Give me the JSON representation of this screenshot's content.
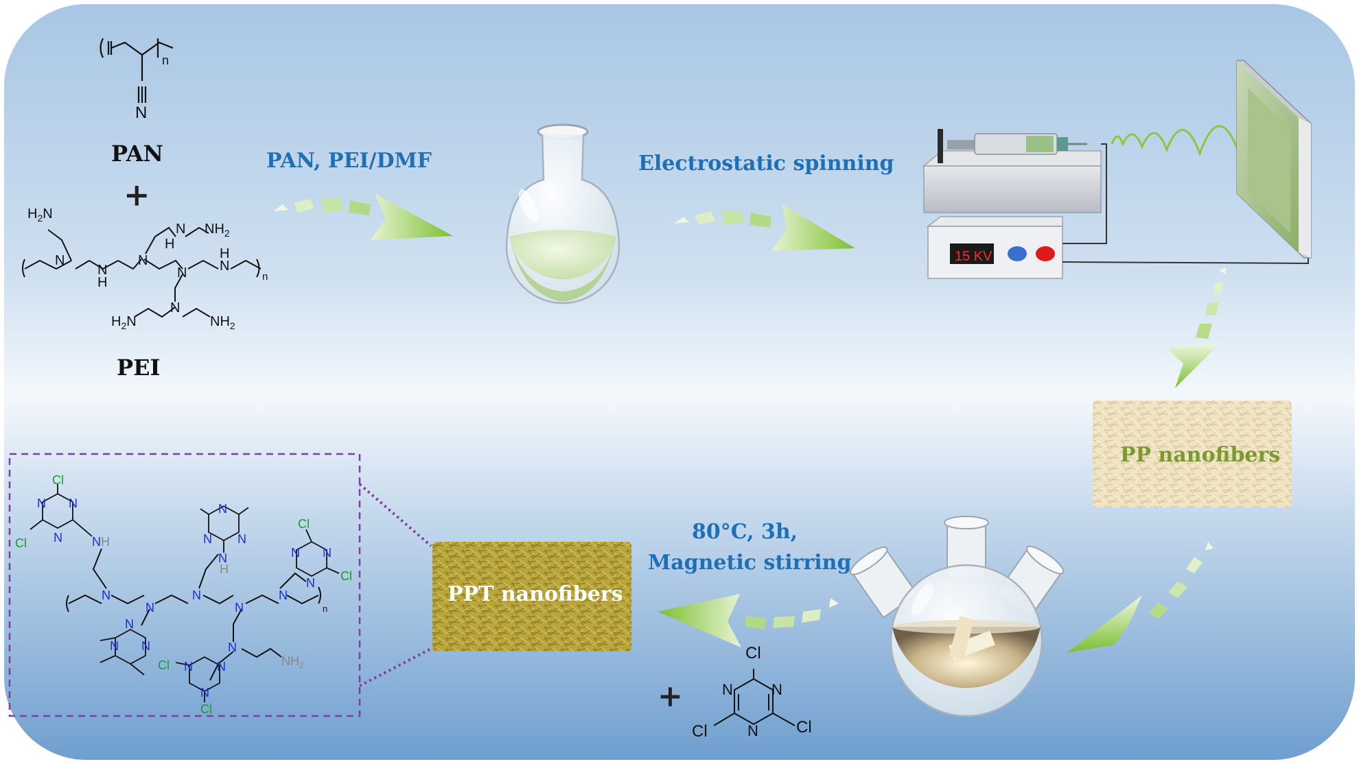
{
  "labels": {
    "pan": "PAN",
    "plus": "+",
    "pei": "PEI",
    "step1": "PAN, PEI/DMF",
    "step2": "Electrostatic spinning",
    "voltage": "15 KV",
    "pp": "PP nanofibers",
    "cond1": "80°C, 3h,",
    "cond2": "Magnetic stirring",
    "ppt": "PPT nanofibers",
    "plus2": "+"
  },
  "chem": {
    "n": "N",
    "sub_n": "n",
    "cl": "Cl",
    "h": "H",
    "nh2": "NH",
    "h2n": "H",
    "sub2": "2"
  },
  "colors": {
    "step_text": "#1f6fb5",
    "arrow": "#8cc63f",
    "pp_text": "#7a9a2e",
    "ppt_text": "#ffffff",
    "frame": "#7b3f9e",
    "n_atom": "#1b2fd0",
    "cl_atom": "#1a9a2a",
    "display_red": "#ff2a2a"
  }
}
